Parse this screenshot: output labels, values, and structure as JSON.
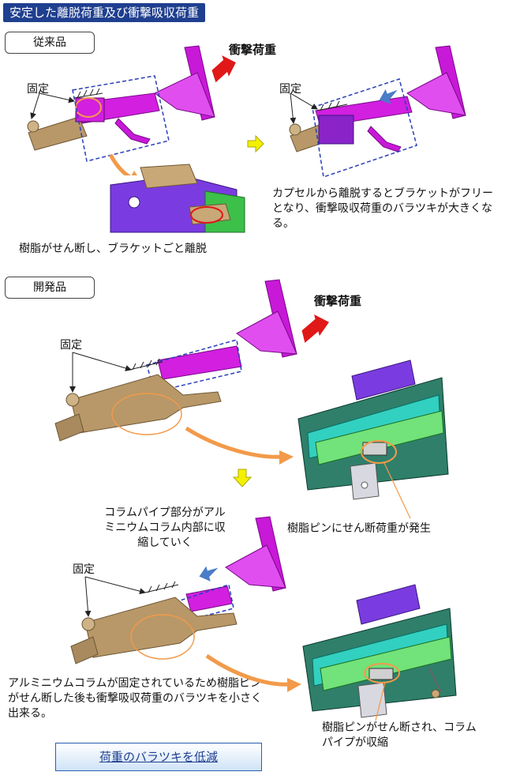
{
  "page_title": "安定した離脱荷重及び衝撃吸収荷重",
  "conventional": {
    "section_label": "従来品",
    "fixed_label": "固定",
    "impact_load_label": "衝撃荷重",
    "note_resin_shear": "樹脂がせん断し、ブラケットごと離脱",
    "after_fixed_label": "固定",
    "explanation": "カプセルから離脱するとブラケットがフリーとなり、衝撃吸収荷重のバラツキが大きくなる。"
  },
  "developed": {
    "section_label": "開発品",
    "fixed_label": "固定",
    "impact_load_label": "衝撃荷重",
    "note_pin_shear_load": "樹脂ピンにせん断荷重が発生",
    "note_column_retract": "コラムパイプ部分がアルミニウムコラム内部に収縮していく",
    "after_fixed_label": "固定",
    "explanation": "アルミニウムコラムが固定されているため樹脂ピンがせん断した後も衝撃吸収荷重のバラツキを小さく出来る。",
    "note_pin_sheared": "樹脂ピンがせん断され、コラムパイプが収縮",
    "summary": "荷重のバラツキを低減"
  },
  "colors": {
    "title_bg": "#1f3f8f",
    "column_magenta": "#d21fe0",
    "bracket_bronze": "#a88a5e",
    "capsule_purple": "#6a2bd6",
    "impact_arrow_red": "#e01818",
    "retract_arrow_blue": "#4a7cc7",
    "callout_orange": "#f29a4a",
    "dashed_blue": "#2a3fb8",
    "step_arrow_yellow": "#f3f000"
  }
}
